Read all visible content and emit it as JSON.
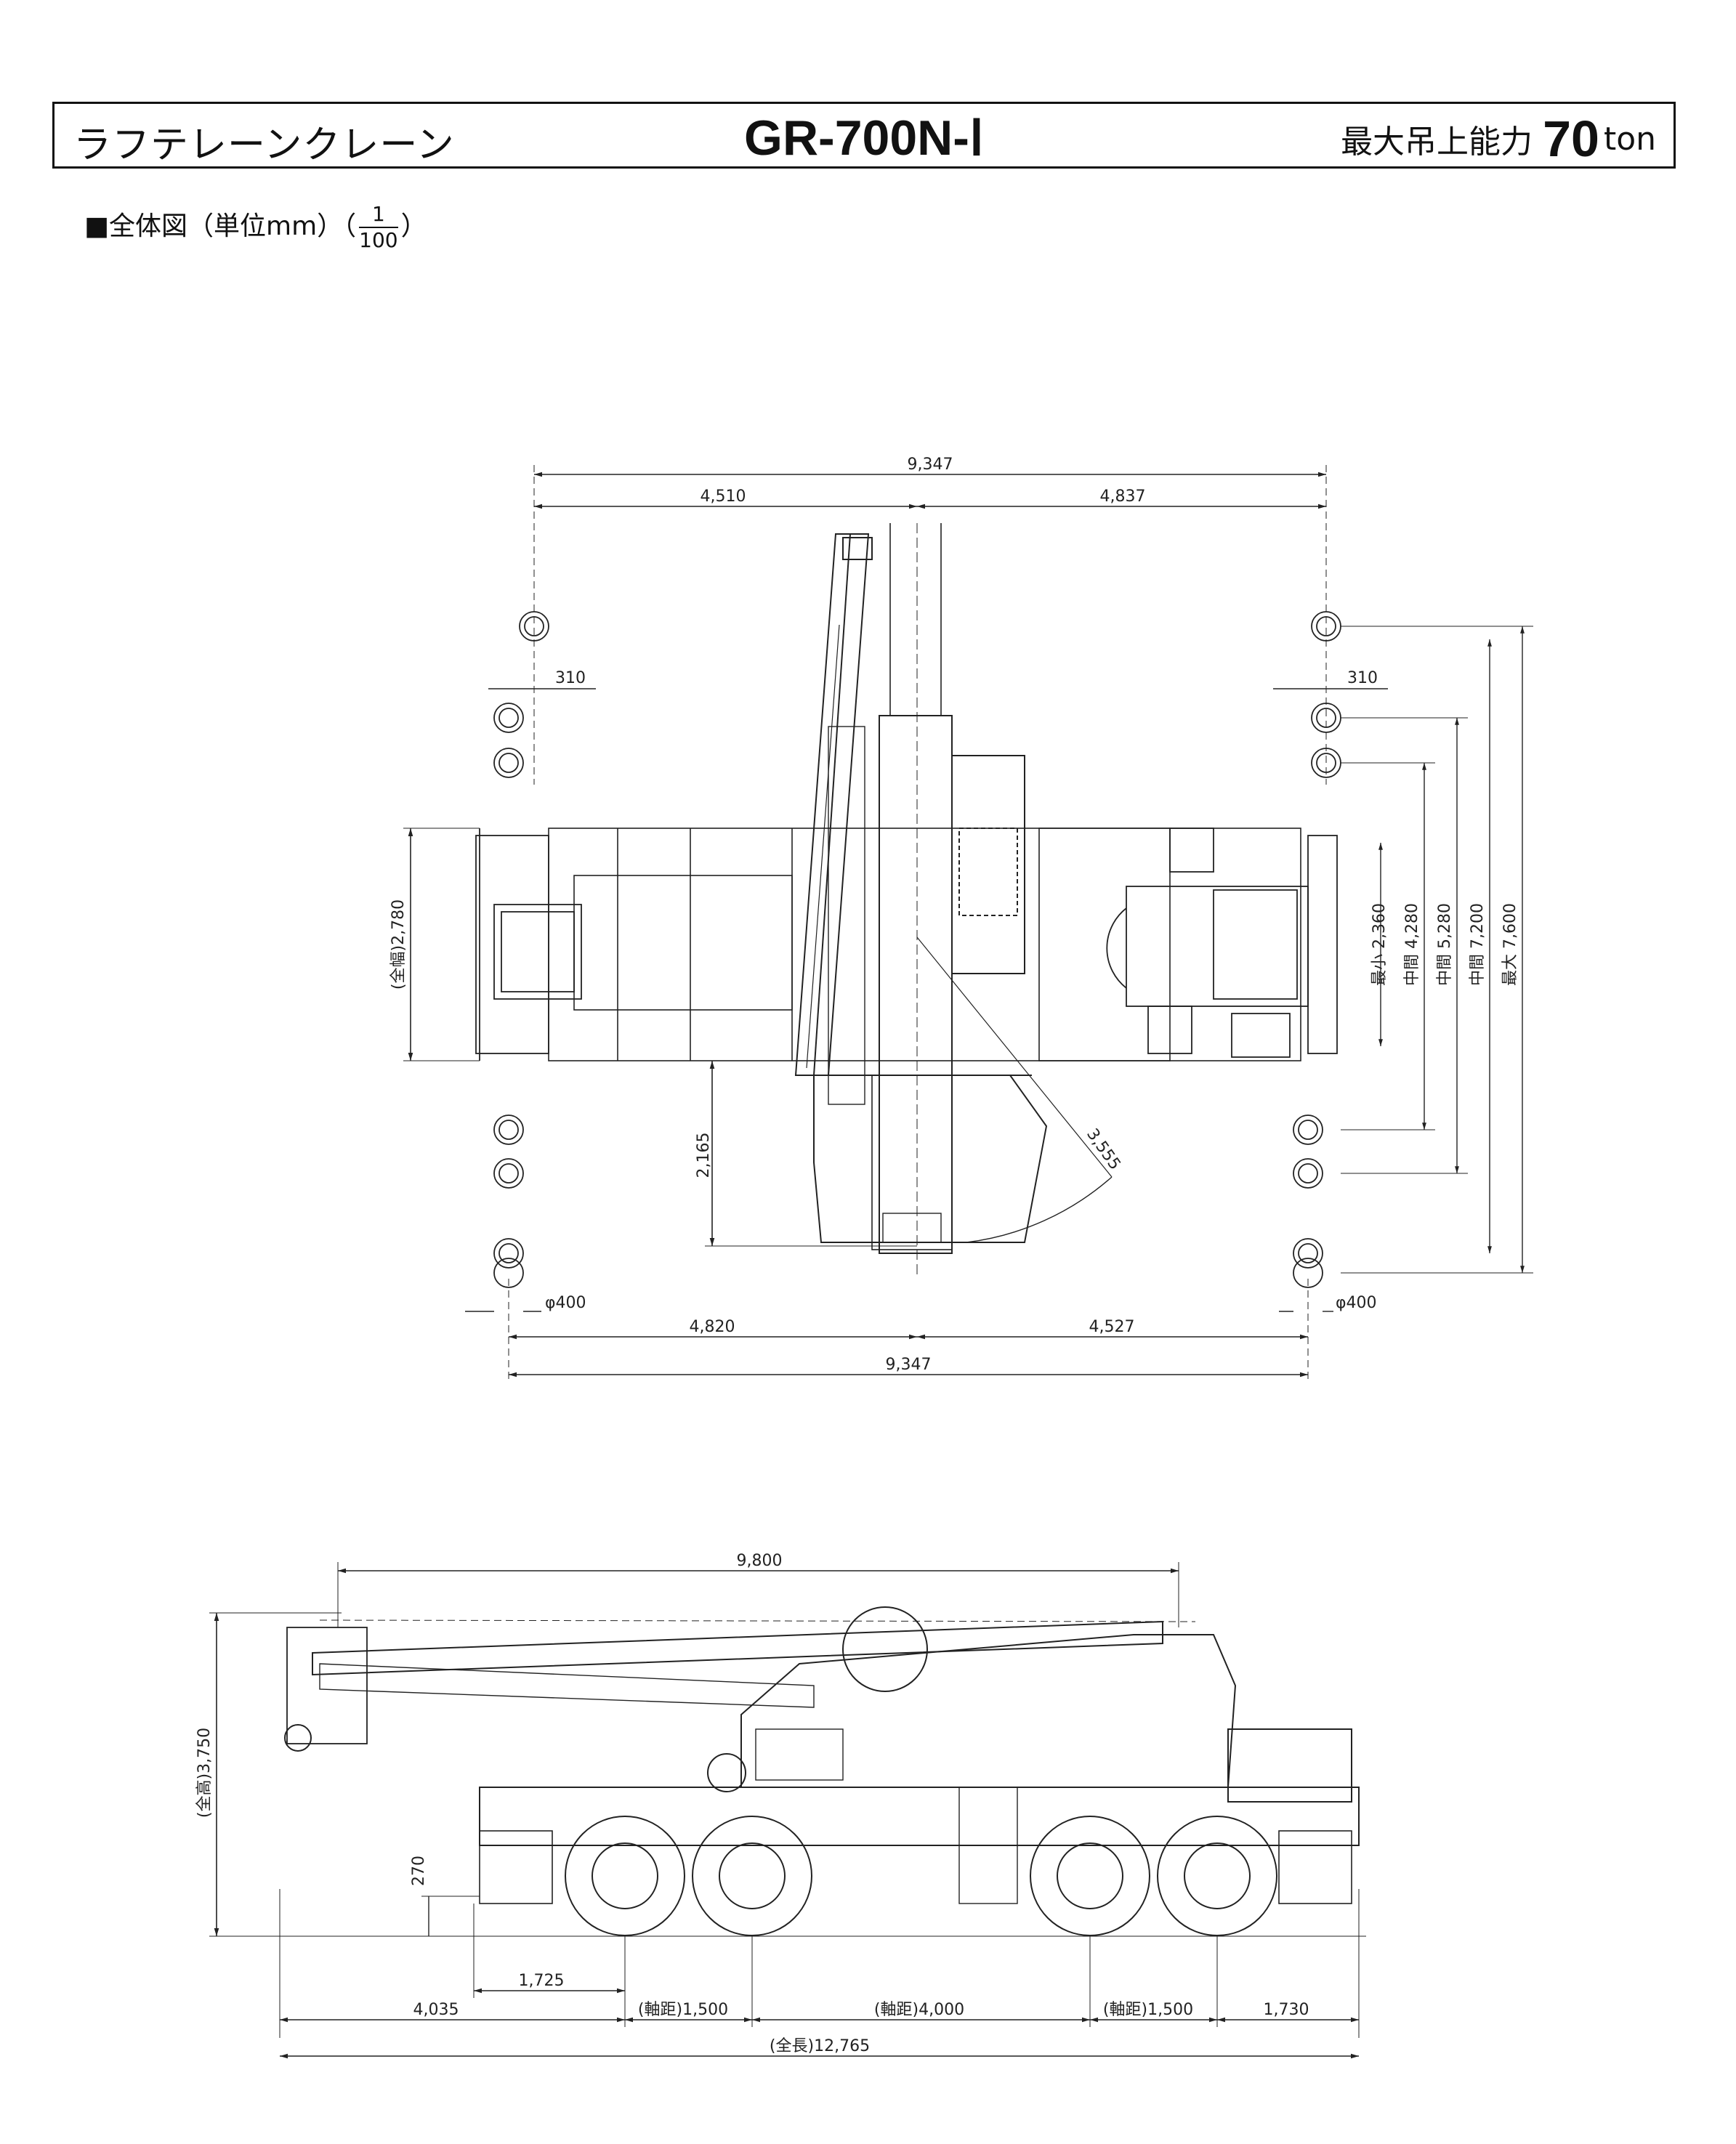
{
  "header": {
    "type_name": "ラフテレーンクレーン",
    "model": "GR-700N-Ⅰ",
    "capacity_label": "最大吊上能力",
    "capacity_value": "70",
    "capacity_unit": "ton"
  },
  "subtitle": {
    "label": "■全体図（単位mm）（",
    "scale_numerator": "1",
    "scale_denominator": "100",
    "close": "）"
  },
  "top_view": {
    "overall_top": "9,347",
    "front_half": "4,510",
    "rear_half": "4,837",
    "pad_offset_left": "310",
    "pad_offset_right": "310",
    "overall_width": "(全幅)2,780",
    "tail_offset": "2,165",
    "tail_radius": "3,555",
    "pad_diameter_left": "φ400",
    "pad_diameter_right": "φ400",
    "bottom_front": "4,820",
    "bottom_rear": "4,527",
    "overall_bottom": "9,347",
    "outrigger_spans": [
      {
        "label": "最小",
        "value": "2,360"
      },
      {
        "label": "中間",
        "value": "4,280"
      },
      {
        "label": "中間",
        "value": "5,280"
      },
      {
        "label": "中間",
        "value": "7,200"
      },
      {
        "label": "最大",
        "value": "7,600"
      }
    ]
  },
  "side_view": {
    "boom_length": "9,800",
    "overall_height": "(全高)3,750",
    "ground_clearance": "270",
    "front_to_pad": "1,725",
    "front_overhang": "4,035",
    "wheelbase_front": "(軸距)1,500",
    "wheelbase_mid": "(軸距)4,000",
    "wheelbase_rear": "(軸距)1,500",
    "rear_overhang": "1,730",
    "overall_length": "(全長)12,765"
  }
}
